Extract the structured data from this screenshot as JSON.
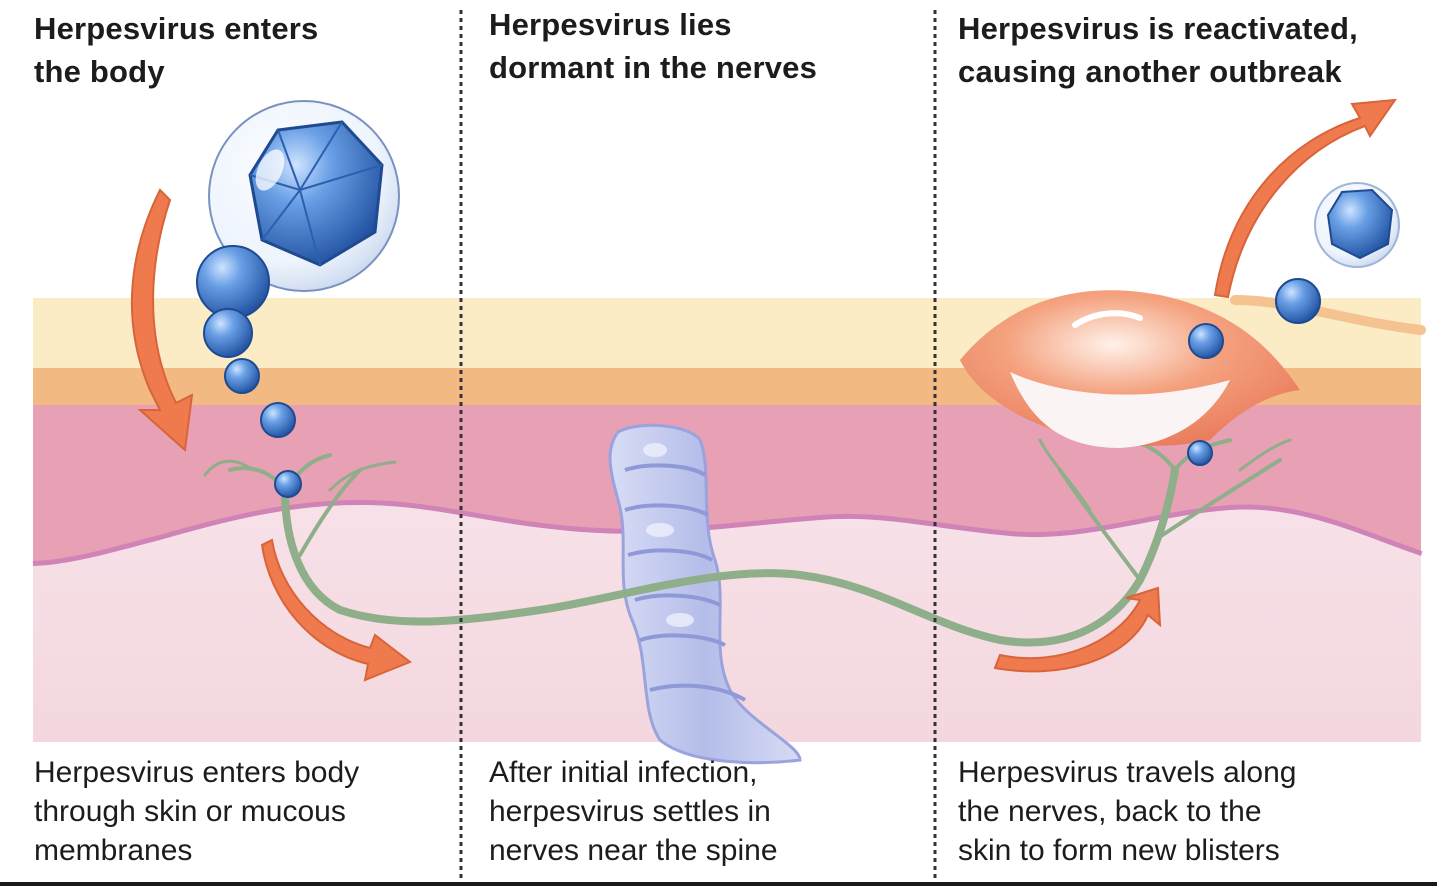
{
  "panels": [
    {
      "heading": "Herpesvirus enters\nthe body",
      "caption": "Herpesvirus enters body\nthrough skin or mucous\nmembranes"
    },
    {
      "heading": "Herpesvirus lies\ndormant in the nerves",
      "caption": "After initial infection,\nherpesvirus settles in\nnerves near the spine"
    },
    {
      "heading": "Herpesvirus is reactivated,\ncausing another outbreak",
      "caption": "Herpesvirus travels along\nthe nerves, back to the\nskin to form new blisters"
    }
  ],
  "colors": {
    "epidermis_top": "#fbecc6",
    "epidermis_band": "#f2b983",
    "dermis": "#e7a0b4",
    "dermis_edge": "#c87ab8",
    "tissue": "#f6dde3",
    "nerve": "#8fae8a",
    "virus": "#3f7ed1",
    "arrow": "#ef7a4d",
    "spine": "#c2c8ee",
    "divider": "#333333"
  },
  "icons": [
    "virus-particle-icon",
    "nerve-icon",
    "spine-icon",
    "blister-icon",
    "arrow-icon"
  ]
}
